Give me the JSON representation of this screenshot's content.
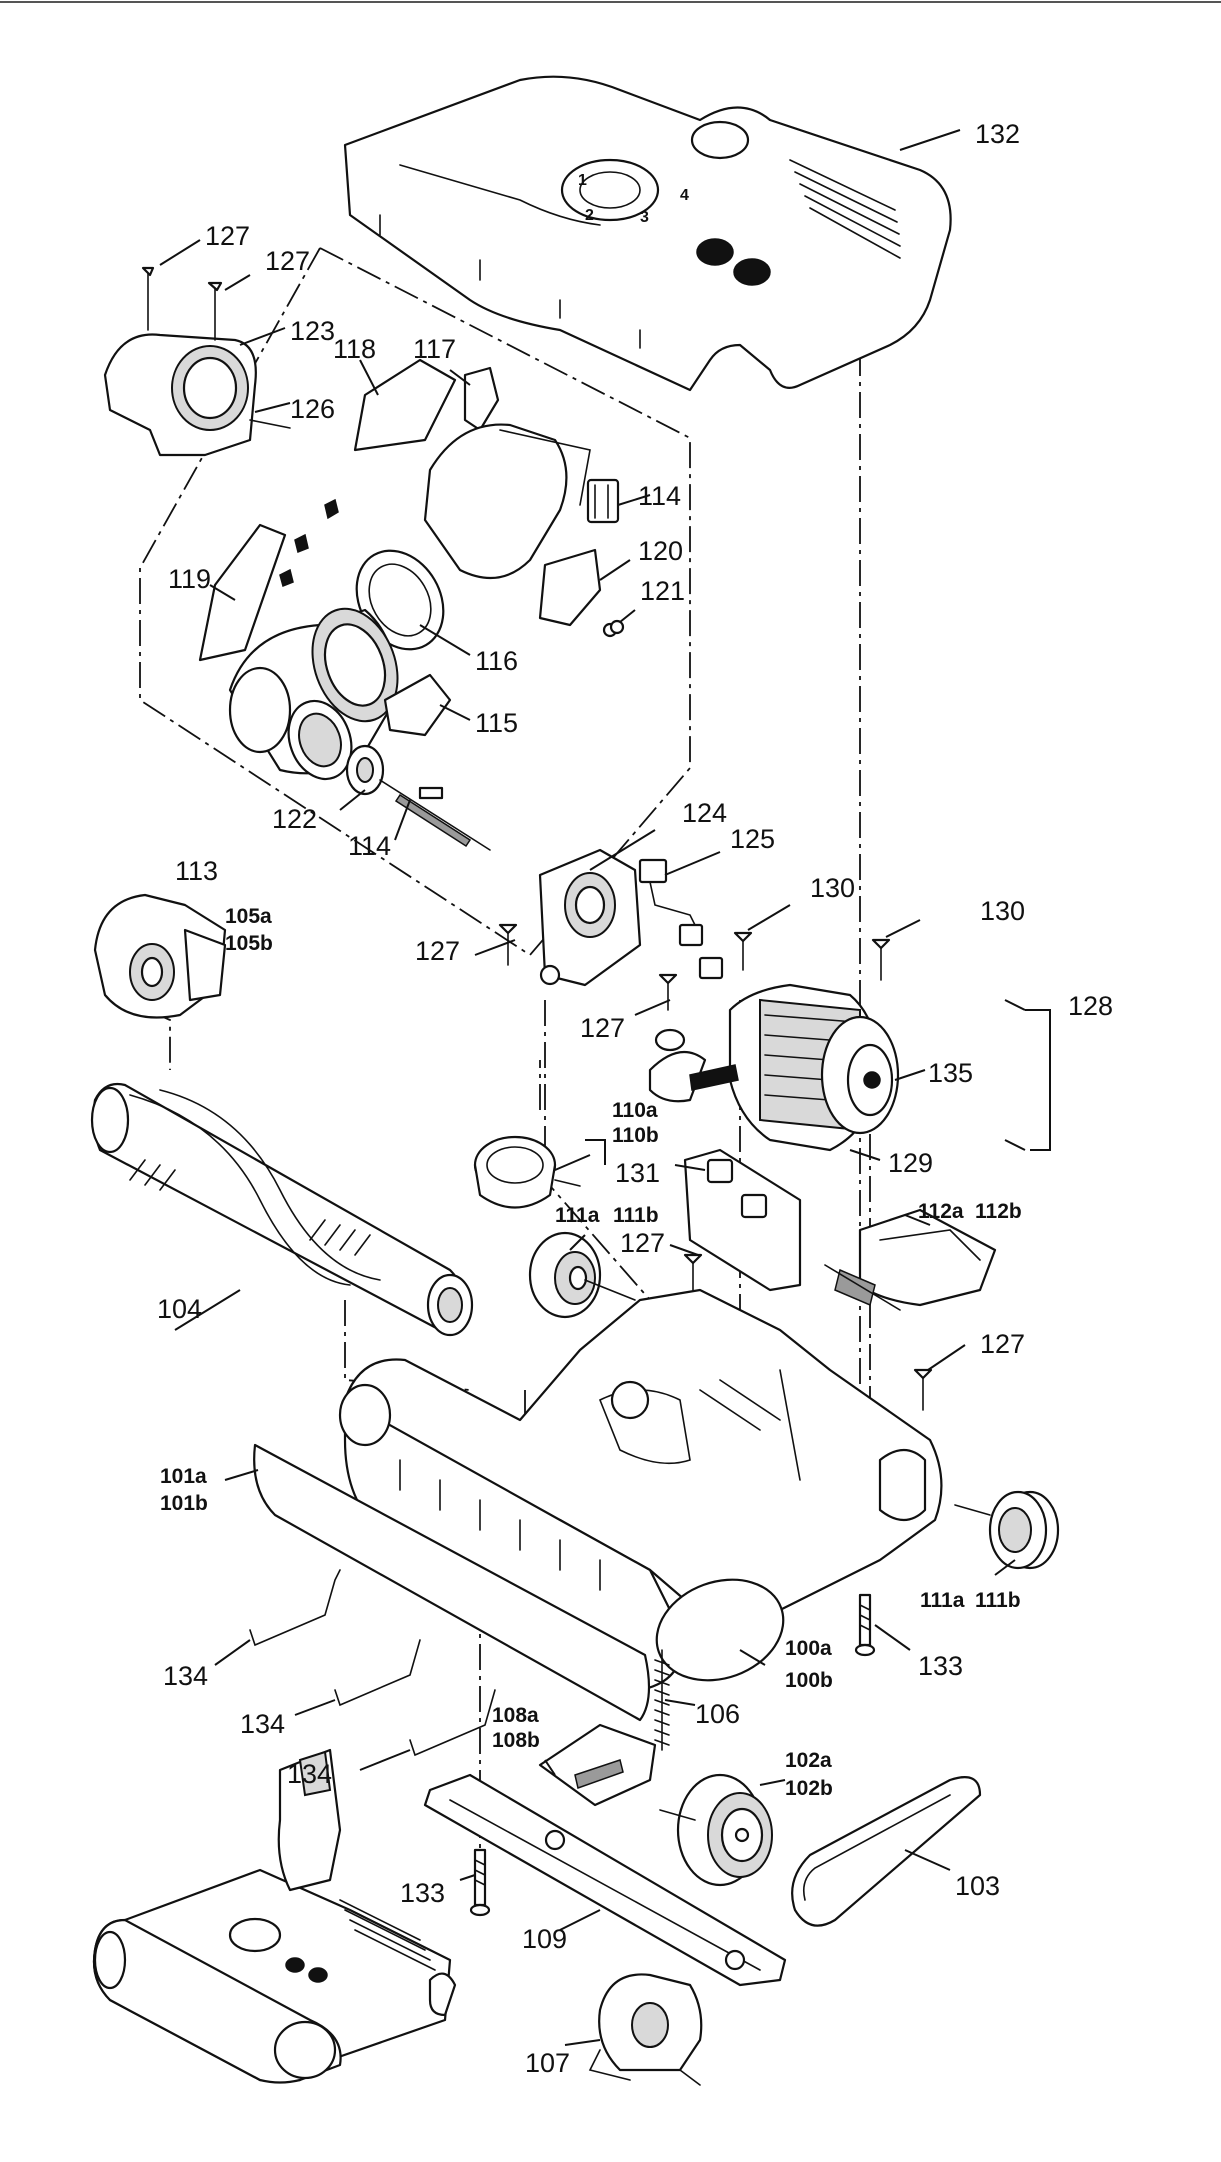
{
  "diagram": {
    "type": "exploded-parts-diagram",
    "callouts": [
      {
        "id": "c132",
        "text": "132"
      },
      {
        "id": "c127a",
        "text": "127"
      },
      {
        "id": "c127b",
        "text": "127"
      },
      {
        "id": "c123",
        "text": "123"
      },
      {
        "id": "c126",
        "text": "126"
      },
      {
        "id": "c118",
        "text": "118"
      },
      {
        "id": "c117",
        "text": "117"
      },
      {
        "id": "c114a",
        "text": "114"
      },
      {
        "id": "c120",
        "text": "120"
      },
      {
        "id": "c121",
        "text": "121"
      },
      {
        "id": "c119",
        "text": "119"
      },
      {
        "id": "c116",
        "text": "116"
      },
      {
        "id": "c115",
        "text": "115"
      },
      {
        "id": "c122",
        "text": "122"
      },
      {
        "id": "c114b",
        "text": "114"
      },
      {
        "id": "c113",
        "text": "113"
      },
      {
        "id": "c124",
        "text": "124"
      },
      {
        "id": "c125",
        "text": "125"
      },
      {
        "id": "c130a",
        "text": "130"
      },
      {
        "id": "c130b",
        "text": "130"
      },
      {
        "id": "c127c",
        "text": "127"
      },
      {
        "id": "c127d",
        "text": "127"
      },
      {
        "id": "c128",
        "text": "128"
      },
      {
        "id": "c135",
        "text": "135"
      },
      {
        "id": "c129",
        "text": "129"
      },
      {
        "id": "c105a",
        "text": "105a"
      },
      {
        "id": "c105b",
        "text": "105b"
      },
      {
        "id": "c110a",
        "text": "110a"
      },
      {
        "id": "c110b",
        "text": "110b"
      },
      {
        "id": "c131",
        "text": "131"
      },
      {
        "id": "c111a1",
        "text": "111a"
      },
      {
        "id": "c111b1",
        "text": "111b"
      },
      {
        "id": "c127e",
        "text": "127"
      },
      {
        "id": "c112a",
        "text": "112a"
      },
      {
        "id": "c112b",
        "text": "112b"
      },
      {
        "id": "c104",
        "text": "104"
      },
      {
        "id": "c127f",
        "text": "127"
      },
      {
        "id": "c101a",
        "text": "101a"
      },
      {
        "id": "c101b",
        "text": "101b"
      },
      {
        "id": "c111a2",
        "text": "111a"
      },
      {
        "id": "c111b2",
        "text": "111b"
      },
      {
        "id": "c100a",
        "text": "100a"
      },
      {
        "id": "c100b",
        "text": "100b"
      },
      {
        "id": "c133a",
        "text": "133"
      },
      {
        "id": "c134a",
        "text": "134"
      },
      {
        "id": "c134b",
        "text": "134"
      },
      {
        "id": "c106",
        "text": "106"
      },
      {
        "id": "c134c",
        "text": "134"
      },
      {
        "id": "c108a",
        "text": "108a"
      },
      {
        "id": "c108b",
        "text": "108b"
      },
      {
        "id": "c102a",
        "text": "102a"
      },
      {
        "id": "c102b",
        "text": "102b"
      },
      {
        "id": "c103",
        "text": "103"
      },
      {
        "id": "c133b",
        "text": "133"
      },
      {
        "id": "c109",
        "text": "109"
      },
      {
        "id": "c107",
        "text": "107"
      }
    ],
    "cover_numerals": [
      "1",
      "2",
      "3",
      "4"
    ]
  }
}
